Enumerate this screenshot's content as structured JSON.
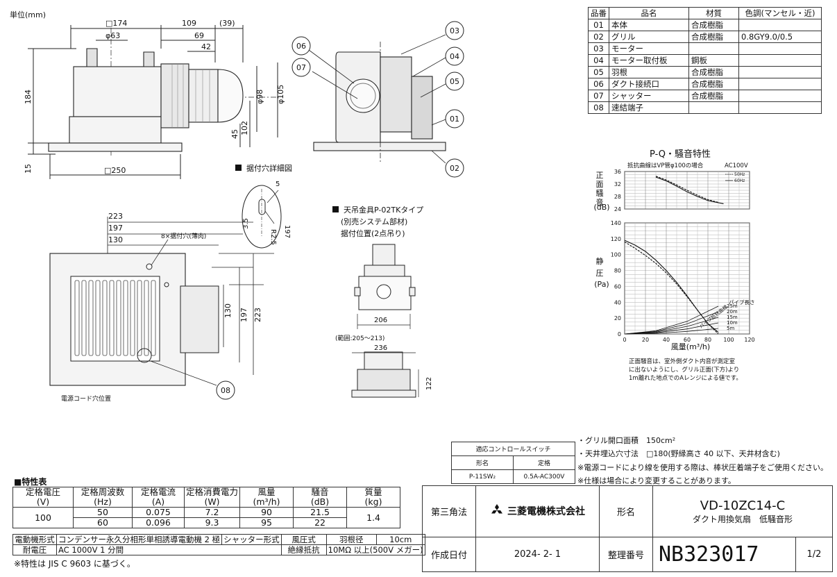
{
  "unit_label": "単位(mm)",
  "dims_side": {
    "w174": "□174",
    "w63": "φ63",
    "d109": "109",
    "d39": "(39)",
    "d69": "69",
    "d42": "42",
    "d98": "φ98",
    "d105": "φ105",
    "h184": "184",
    "h45": "45",
    "h102": "102",
    "h15": "15",
    "w250": "□250"
  },
  "detail_title": "据付穴詳細図",
  "detail_dims": {
    "d5": "5",
    "d3_5": "3.5",
    "d197": "197",
    "r2_5": "R2.5"
  },
  "bottom_dims": {
    "d223": "223",
    "d197": "197",
    "d130": "130",
    "holes": "8×据付穴(薄肉)",
    "v130": "130",
    "v197": "197",
    "v223": "223",
    "cord": "電源コード穴位置",
    "tag08": "08"
  },
  "hanger": {
    "title": "天吊金具P-02TKタイプ",
    "sub": "(別売システム部材)",
    "pos": "据付位置(2点吊り)",
    "d206": "206",
    "range": "(範囲:205～213)",
    "d236": "236",
    "d122": "122"
  },
  "section_tags": [
    "06",
    "07",
    "03",
    "04",
    "05",
    "01",
    "02"
  ],
  "parts_table": {
    "headers": [
      "品番",
      "品名",
      "材質",
      "色調(マンセル・近)"
    ],
    "rows": [
      [
        "01",
        "本体",
        "合成樹脂",
        ""
      ],
      [
        "02",
        "グリル",
        "合成樹脂",
        "0.8GY9.0/0.5"
      ],
      [
        "03",
        "モーター",
        "",
        ""
      ],
      [
        "04",
        "モーター取付板",
        "鋼板",
        ""
      ],
      [
        "05",
        "羽根",
        "合成樹脂",
        ""
      ],
      [
        "06",
        "ダクト接続口",
        "合成樹脂",
        ""
      ],
      [
        "07",
        "シャッター",
        "合成樹脂",
        ""
      ],
      [
        "08",
        "速結端子",
        "",
        ""
      ]
    ]
  },
  "pq_chart": {
    "title": "P-Q・騒音特性",
    "resist_note": "抵抗曲線はVP管φ100の場合",
    "voltage": "AC100V",
    "legend": [
      "50Hz",
      "60Hz"
    ],
    "noise_label": [
      "正",
      "面",
      "騒",
      "音"
    ],
    "noise_unit": "(dB)",
    "pressure_label": [
      "静",
      "圧"
    ],
    "pressure_unit": "(Pa)",
    "xlabel": "風量(m³/h)",
    "pipe_label": "パイプ長さ",
    "curve_label": "パイプ抵抗曲線",
    "pipe_lengths": [
      "25m",
      "20m",
      "15m",
      "10m",
      "5m"
    ],
    "noise_ticks": [
      "36",
      "32",
      "28",
      "24"
    ],
    "pressure_ticks": [
      "140",
      "120",
      "100",
      "80",
      "60",
      "40",
      "20",
      "0"
    ],
    "x_ticks": [
      "0",
      "20",
      "40",
      "60",
      "80",
      "100",
      "120"
    ],
    "footnote": [
      "正面騒音は、室外側ダクト内音が測定室",
      "に出ないようにし、グリル正面(下方)より",
      "1m離れた地点でのAレンジによる値です。"
    ]
  },
  "chart_data": {
    "type": "line",
    "title": "P-Q・騒音特性",
    "xlabel": "風量(m³/h)",
    "xlim": [
      0,
      120
    ],
    "x_ticks": [
      0,
      20,
      40,
      60,
      80,
      100,
      120
    ],
    "panels": [
      {
        "name": "noise",
        "ylabel": "正面騒音(dB)",
        "ylim": [
          24,
          36
        ],
        "y_ticks": [
          24,
          28,
          32,
          36
        ],
        "series": [
          {
            "name": "50Hz",
            "x": [
              30,
              40,
              50,
              60,
              70,
              80,
              90
            ],
            "y": [
              34.5,
              33.3,
              31.7,
              30.0,
              28.4,
              27.0,
              26.1
            ]
          },
          {
            "name": "60Hz",
            "x": [
              30,
              40,
              50,
              60,
              70,
              80,
              95
            ],
            "y": [
              34.2,
              33.0,
              31.3,
              29.5,
              28.0,
              26.7,
              25.7
            ]
          }
        ]
      },
      {
        "name": "pressure",
        "ylabel": "静圧(Pa)",
        "ylim": [
          0,
          140
        ],
        "y_ticks": [
          0,
          20,
          40,
          60,
          80,
          100,
          120,
          140
        ],
        "series": [
          {
            "name": "50Hz",
            "x": [
              0,
              10,
              20,
              30,
              40,
              50,
              60,
              70,
              80,
              90
            ],
            "y": [
              116,
              108,
              99,
              89,
              77,
              63,
              47,
              30,
              13,
              0
            ]
          },
          {
            "name": "60Hz",
            "x": [
              0,
              10,
              20,
              30,
              40,
              50,
              60,
              70,
              80,
              90
            ],
            "y": [
              118,
              112,
              104,
              93,
              80,
              65,
              48,
              30,
              13,
              2
            ]
          },
          {
            "name": "5m",
            "x": [
              0,
              30,
              60,
              90
            ],
            "y": [
              0,
              0.8,
              3.2,
              7
            ]
          },
          {
            "name": "10m",
            "x": [
              0,
              30,
              60,
              90
            ],
            "y": [
              0,
              1.6,
              6.4,
              14
            ]
          },
          {
            "name": "15m",
            "x": [
              0,
              30,
              60,
              90
            ],
            "y": [
              0,
              2.4,
              9.5,
              21
            ]
          },
          {
            "name": "20m",
            "x": [
              0,
              30,
              60,
              90
            ],
            "y": [
              0,
              3.2,
              12.7,
              28
            ]
          },
          {
            "name": "25m",
            "x": [
              0,
              30,
              60,
              90
            ],
            "y": [
              0,
              4,
              15.9,
              35
            ]
          }
        ]
      }
    ]
  },
  "switch_table": {
    "title": "適応コントロールスイッチ",
    "col1": "形名",
    "col2": "定格",
    "model": "P-11SW₂",
    "rating": "0.5A-AC300V"
  },
  "notes": [
    "・グリル開口面積　150cm²",
    "・天井埋込穴寸法　□180(野縁高さ 40 以下、天井材含む)",
    "※電源コードにより線を使用する際は、棒状圧着端子をご使用ください。",
    "※仕様は場合により変更することがあります。"
  ],
  "spec_table": {
    "title": "■特性表",
    "headers": [
      [
        "定格電圧",
        "(V)"
      ],
      [
        "定格周波数",
        "(Hz)"
      ],
      [
        "定格電流",
        "(A)"
      ],
      [
        "定格消費電力",
        "(W)"
      ],
      [
        "風量",
        "(m³/h)"
      ],
      [
        "騒音",
        "(dB)"
      ],
      [
        "質量",
        "(kg)"
      ]
    ],
    "voltage": "100",
    "rows": [
      [
        "50",
        "0.075",
        "7.2",
        "90",
        "21.5"
      ],
      [
        "60",
        "0.096",
        "9.3",
        "95",
        "22"
      ]
    ],
    "mass": "1.4",
    "motor_label": "電動機形式",
    "motor_value": "コンデンサー永久分相形単相誘導電動機 2 極",
    "shutter_label": "シャッター形式",
    "shutter_value": "風圧式",
    "blade_label": "羽根径",
    "blade_value": "10cm",
    "withstand_label": "耐電圧",
    "withstand_value": "AC 1000V 1 分間",
    "insulation_label": "絶縁抵抗",
    "insulation_value": "10MΩ 以上(500V メガー)",
    "footnote": "※特性は JIS C 9603 に基づく。"
  },
  "title_block": {
    "projection": "第三角法",
    "company": "三菱電機株式会社",
    "model_label": "形名",
    "model": "VD-10ZC14-C",
    "description": "ダクト用換気扇　低騒音形",
    "date_label": "作成日付",
    "date": "2024- 2- 1",
    "number_label": "整理番号",
    "number": "NB323017",
    "sheet": "1/2"
  }
}
